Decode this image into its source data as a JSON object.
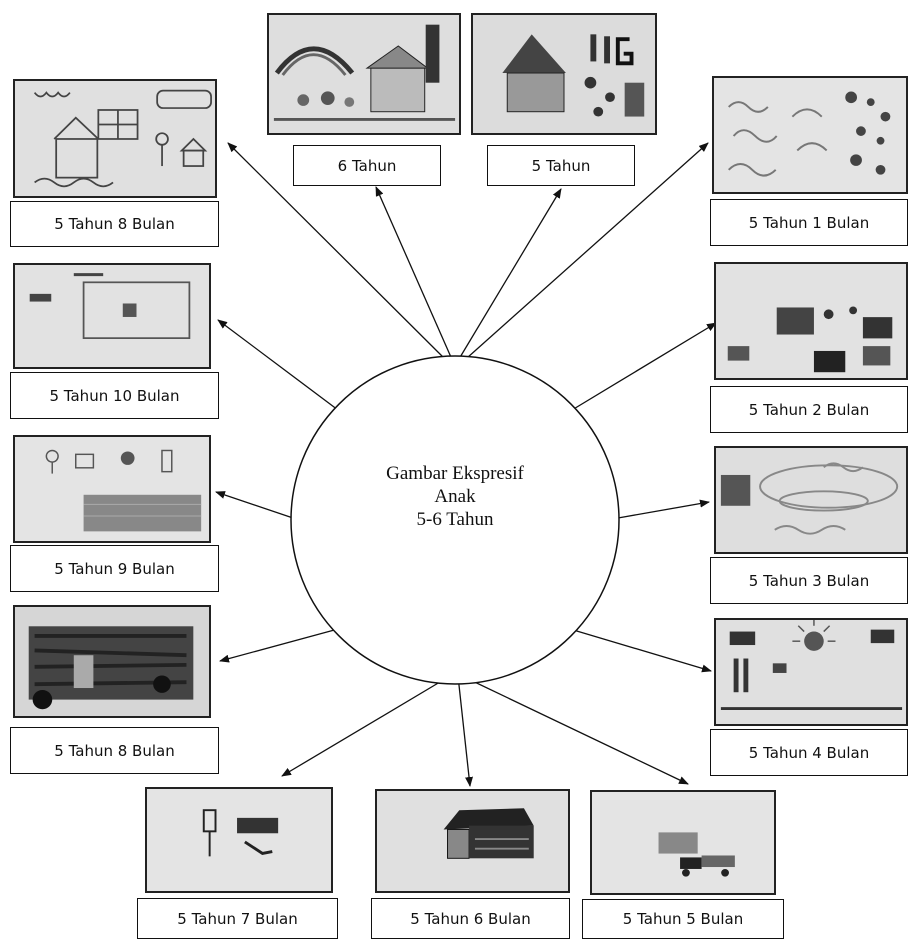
{
  "center": {
    "lines": [
      "Gambar Ekspresif",
      "Anak",
      "5-6 Tahun"
    ]
  },
  "drawings": [
    {
      "label": "6 Tahun"
    },
    {
      "label": "5 Tahun"
    },
    {
      "label": "5 Tahun 1 Bulan"
    },
    {
      "label": "5 Tahun 2 Bulan"
    },
    {
      "label": "5 Tahun 3 Bulan"
    },
    {
      "label": "5 Tahun 4 Bulan"
    },
    {
      "label": "5 Tahun 5 Bulan"
    },
    {
      "label": "5 Tahun 6 Bulan"
    },
    {
      "label": "5 Tahun 7 Bulan"
    },
    {
      "label": "5 Tahun 8 Bulan"
    },
    {
      "label": "5 Tahun 9 Bulan"
    },
    {
      "label": "5 Tahun 10 Bulan"
    },
    {
      "label": "5 Tahun 8 Bulan"
    }
  ]
}
